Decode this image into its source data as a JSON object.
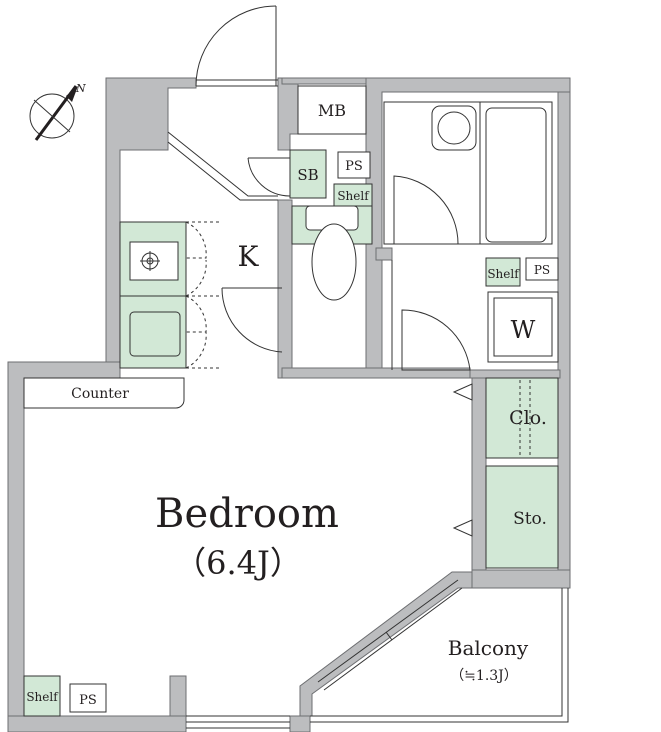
{
  "compass": {
    "label": "N"
  },
  "rooms": {
    "bedroom": {
      "name": "Bedroom",
      "size": "（6.4J）"
    },
    "kitchen": {
      "name": "K"
    },
    "balcony": {
      "name": "Balcony",
      "size": "（≒1.3J）"
    },
    "counter": {
      "name": "Counter"
    },
    "meter_box": {
      "name": "MB"
    },
    "shoe_box": {
      "name": "SB"
    },
    "ps_top": {
      "name": "PS"
    },
    "shelf_toilet": {
      "name": "Shelf"
    },
    "shelf_laundry": {
      "name": "Shelf"
    },
    "ps_laundry": {
      "name": "PS"
    },
    "washer": {
      "name": "W"
    },
    "closet": {
      "name": "Clo."
    },
    "storage": {
      "name": "Sto."
    },
    "shelf_bottom": {
      "name": "Shelf"
    },
    "ps_bottom": {
      "name": "PS"
    }
  },
  "colors": {
    "wall": "#bcbdbf",
    "storage_fill": "#d2e8d6",
    "line": "#333333"
  }
}
